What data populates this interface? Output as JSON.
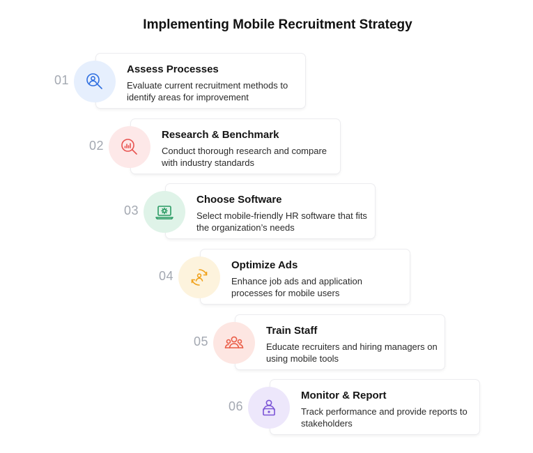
{
  "title": "Implementing Mobile Recruitment Strategy",
  "steps": [
    {
      "number": "01",
      "title": "Assess Processes",
      "description": "Evaluate current recruitment methods to identify areas for improvement",
      "icon": "magnifier-person-icon",
      "color": "#2f6fe0",
      "bg": "#e6effd"
    },
    {
      "number": "02",
      "title": "Research & Benchmark",
      "description": "Conduct thorough research and compare with industry standards",
      "icon": "magnifier-chart-icon",
      "color": "#e8524f",
      "bg": "#fde8e8"
    },
    {
      "number": "03",
      "title": "Choose Software",
      "description": "Select mobile-friendly HR software that fits the organization’s needs",
      "icon": "laptop-gear-icon",
      "color": "#2a9a63",
      "bg": "#dff3e8"
    },
    {
      "number": "04",
      "title": "Optimize Ads",
      "description": "Enhance job ads and application processes for mobile users",
      "icon": "cycle-person-icon",
      "color": "#f0a21c",
      "bg": "#fdf3dd"
    },
    {
      "number": "05",
      "title": "Train Staff",
      "description": "Educate recruiters and hiring managers on using mobile tools",
      "icon": "group-icon",
      "color": "#ea5b45",
      "bg": "#fde6e2"
    },
    {
      "number": "06",
      "title": "Monitor & Report",
      "description": "Track performance and provide reports to stakeholders",
      "icon": "person-laptop-icon",
      "color": "#7b54d6",
      "bg": "#ede7fb"
    }
  ]
}
